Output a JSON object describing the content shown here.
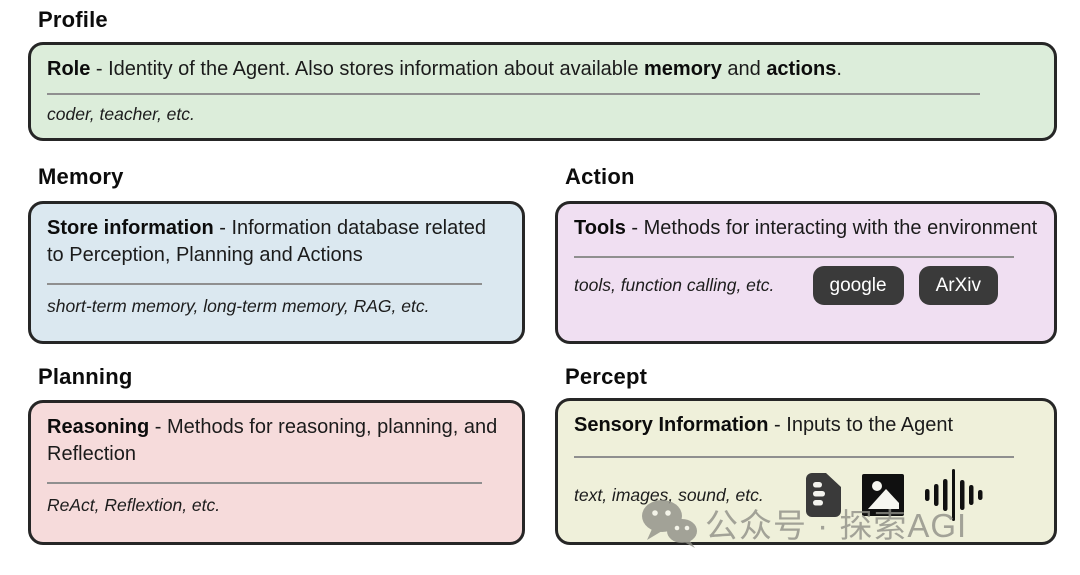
{
  "colors": {
    "border": "#262626",
    "profile_bg": "#dcedda",
    "memory_bg": "#dbe8f0",
    "action_bg": "#f0dff2",
    "planning_bg": "#f6dbdb",
    "percept_bg": "#eff0da",
    "pill_bg": "#3a3a3a",
    "pill_text": "#ffffff",
    "divider": "#8f8f8f",
    "watermark_text_color": "#8f8f87"
  },
  "cards": {
    "profile": {
      "title": "Profile",
      "term": "Role",
      "desc_1": " - Identity of the Agent. Also stores information about available ",
      "desc_bold_1": "memory",
      "desc_2": " and ",
      "desc_bold_2": "actions",
      "desc_3": ".",
      "examples": "coder, teacher, etc."
    },
    "memory": {
      "title": "Memory",
      "term": "Store information",
      "desc_1": " - Information database related to Perception, Planning and Actions",
      "examples": "short-term memory, long-term memory, RAG, etc."
    },
    "action": {
      "title": "Action",
      "term": "Tools",
      "desc_1": " - Methods for interacting with the environment",
      "examples": "tools, function calling, etc.",
      "pills": [
        "google",
        "ArXiv"
      ]
    },
    "planning": {
      "title": "Planning",
      "term": "Reasoning",
      "desc_1": " - Methods for reasoning, planning, and Reflection",
      "examples": "ReAct, Reflextion, etc."
    },
    "percept": {
      "title": "Percept",
      "term": "Sensory Information",
      "desc_1": " - Inputs to the Agent",
      "examples": "text, images, sound, etc.",
      "icons": [
        "document-icon",
        "image-icon",
        "waveform-icon"
      ]
    }
  },
  "watermark": {
    "icon": "wechat-icon",
    "label": "公众号 · 探索AGI"
  }
}
